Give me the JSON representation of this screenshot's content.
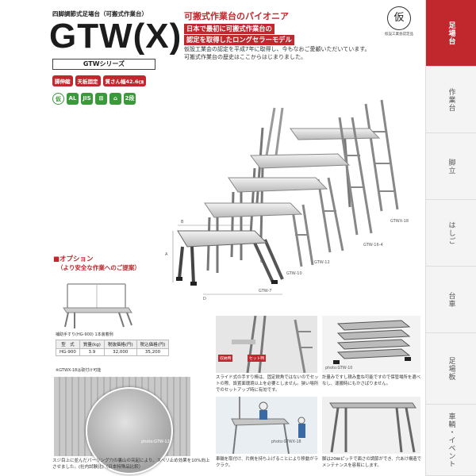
{
  "header": {
    "subtitle": "四脚調節式足場台（可搬式作業台）",
    "model": "GTW(X)",
    "series": "GTWシリーズ",
    "badges": [
      "脚伸縮",
      "天板固定",
      "質さん幅42.6㎝"
    ],
    "icons": [
      "AL",
      "JIS",
      "2段"
    ]
  },
  "intro": {
    "tagline": "可搬式作業台のパイオニア",
    "lead_line1": "日本で最初に可搬式作業台の",
    "lead_line2": "認定を取得したロングセラーモデル",
    "body": "仮設工業会の認定を平成7年に取得し、今もなおご愛顧いただいています。可搬式作業台の歴史はここからはじまりました。",
    "seal_char": "仮",
    "seal_caption": "仮設工業会認定品"
  },
  "sidenav": [
    "足場台",
    "作業台",
    "脚立",
    "はしご",
    "台車",
    "足場板",
    "車輌・イベント"
  ],
  "steps": [
    "GTWX-18",
    "GTW-16-4",
    "GTW-12",
    "GTW-10",
    "GTW-7"
  ],
  "dims": [
    "A",
    "B",
    "C",
    "D"
  ],
  "option": {
    "heading": "■オプション",
    "sub": "（より安全な作業へのご提案）",
    "caption1": "補助手すり(HG-900)  1本装着例",
    "caption2": "※GTWX-18は取付け可能",
    "headers": [
      "型　式",
      "質量(kg)",
      "税抜価格(円)",
      "税込価格(円)"
    ],
    "row": [
      "HG-900",
      "3.9",
      "32,000",
      "35,200"
    ]
  },
  "plate": {
    "photo_label": "photo:GTW-12",
    "caption": "スジ目上に並んだパーリング穴の裏山の突起により、スベリ止め効果を10%向上させました。(社内試験比)（日本特殊品比較）"
  },
  "photos": {
    "tag1": "収納時",
    "tag2": "セット時",
    "stack_label": "photo:GTW-10",
    "gtwx_label": "photo:GTWX-18",
    "caption_adjust": "スライド式の手すり棒は、固定鋭角ではないのでセットの際、設置面環境以上を必要としません。狭い場所でのセットアップ時に有効です。",
    "caption_stack": "計量みですし積み重ね可能ですので保管場所を選べなし、運搬時にもかさばりません。",
    "caption_wheel": "車輪を取付け、片側を持ち上げることにより移動がラクラク。",
    "caption_pitch": "脚は20㎜ピッチで面さの調節ができ、穴あけ構造でメンテナンスを容易にします。"
  }
}
